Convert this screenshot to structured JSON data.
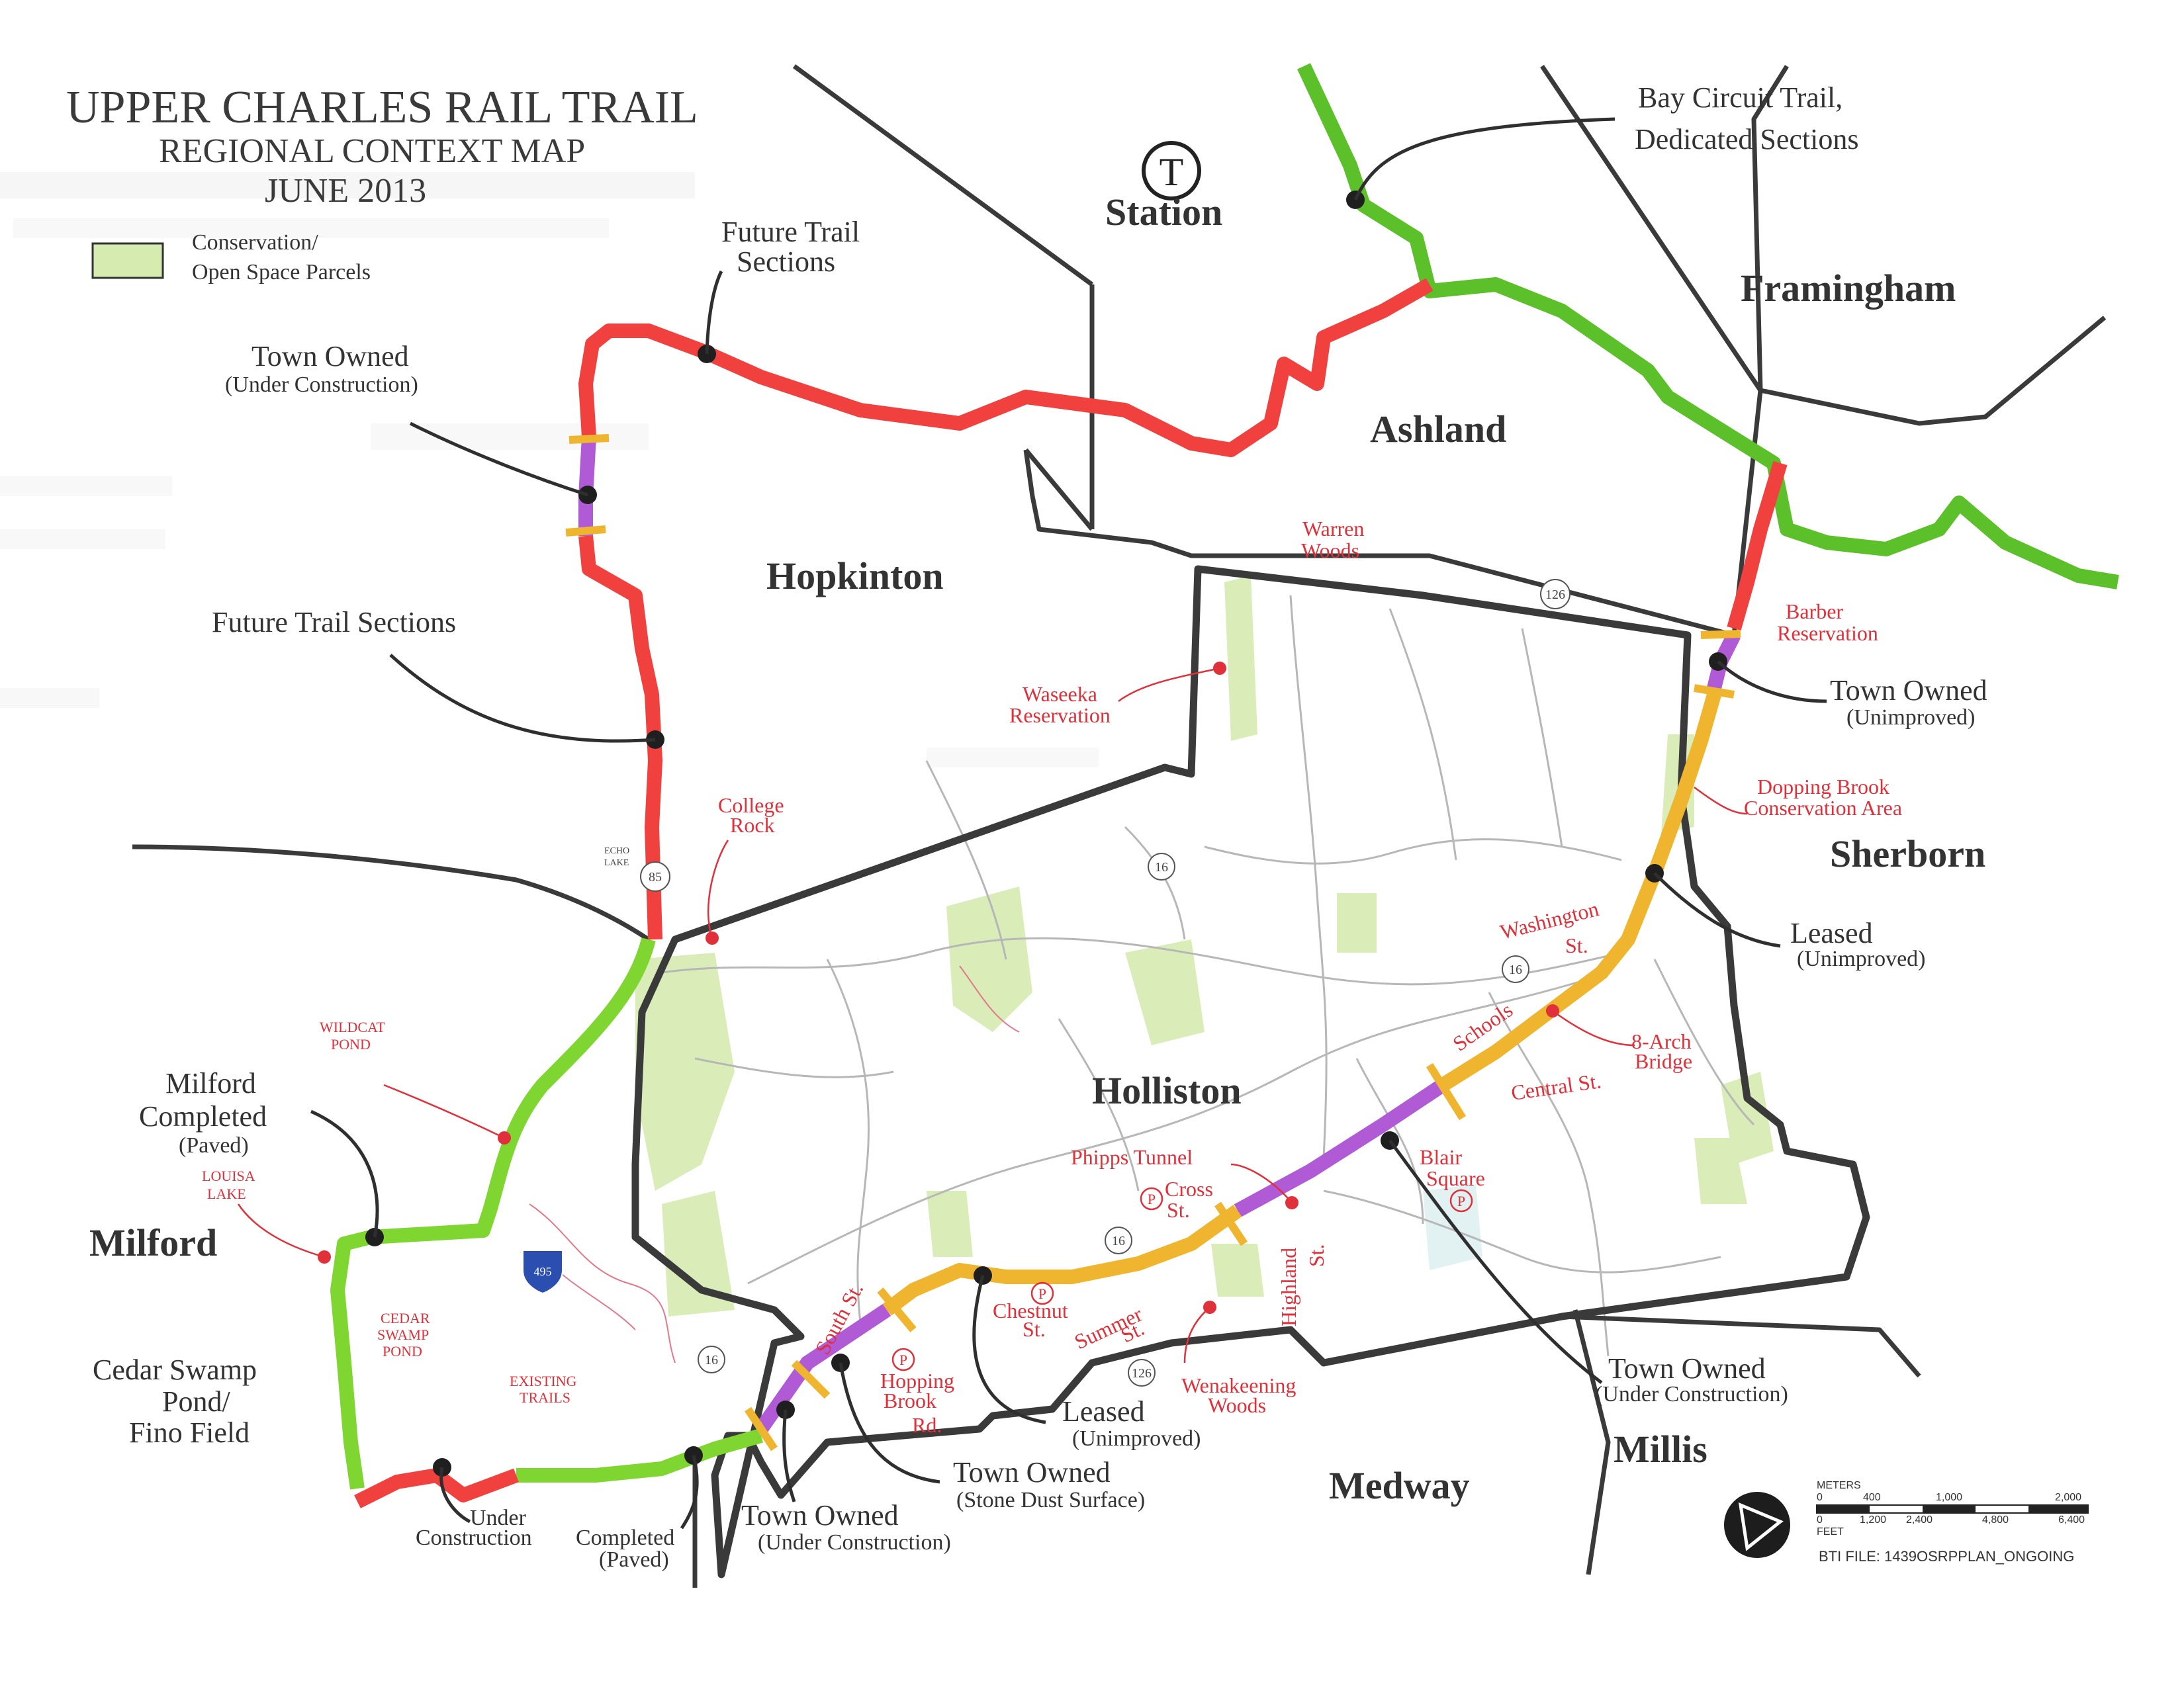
{
  "title": {
    "line1": "UPPER CHARLES RAIL TRAIL",
    "line2": "REGIONAL CONTEXT MAP",
    "line3": "JUNE 2013"
  },
  "legend": {
    "line1": "Conservation/",
    "line2": "Open Space Parcels",
    "swatch_color": "#d6ebb0"
  },
  "station": {
    "symbol": "T",
    "label": "Station"
  },
  "towns": {
    "framingham": "Framingham",
    "ashland": "Ashland",
    "hopkinton": "Hopkinton",
    "holliston": "Holliston",
    "sherborn": "Sherborn",
    "milford": "Milford",
    "medway": "Medway",
    "millis": "Millis"
  },
  "callouts": {
    "bay_circuit_1": "Bay Circuit Trail,",
    "bay_circuit_2": "Dedicated Sections",
    "future_trail_1": "Future Trail",
    "future_trail_2": "Sections",
    "town_owned_uc_label": "Town Owned",
    "town_owned_uc_sub": "(Under Construction)",
    "future_trail_sections": "Future Trail Sections",
    "town_owned_unimp_label": "Town Owned",
    "town_owned_unimp_sub": "(Unimproved)",
    "leased_unimp_label": "Leased",
    "leased_unimp_sub": "(Unimproved)",
    "milford_completed_1": "Milford",
    "milford_completed_2": "Completed",
    "milford_completed_3": "(Paved)",
    "cedar_swamp_1": "Cedar Swamp",
    "cedar_swamp_2": "Pond/",
    "cedar_swamp_3": "Fino Field",
    "under_construction_1": "Under",
    "under_construction_2": "Construction",
    "completed_paved_1": "Completed",
    "completed_paved_2": "(Paved)",
    "town_owned_bottom_label": "Town Owned",
    "town_owned_bottom_sub": "(Under Construction)",
    "town_owned_stone_label": "Town Owned",
    "town_owned_stone_sub": "(Stone Dust Surface)",
    "leased_bottom_label": "Leased",
    "leased_bottom_sub": "(Unimproved)",
    "town_owned_right_label": "Town Owned",
    "town_owned_right_sub": "(Under Construction)"
  },
  "places": {
    "warren_woods_1": "Warren",
    "warren_woods_2": "Woods",
    "barber_1": "Barber",
    "barber_2": "Reservation",
    "waseeka_1": "Waseeka",
    "waseeka_2": "Reservation",
    "dopping_1": "Dopping Brook",
    "dopping_2": "Conservation Area",
    "college_rock_1": "College",
    "college_rock_2": "Rock",
    "washington_1": "Washington",
    "washington_2": "St.",
    "schools": "Schools",
    "eight_arch_1": "8-Arch",
    "eight_arch_2": "Bridge",
    "central_st": "Central St.",
    "phipps_tunnel": "Phipps Tunnel",
    "cross_1": "Cross",
    "cross_2": "St.",
    "blair_1": "Blair",
    "blair_2": "Square",
    "highland_1": "Highland",
    "highland_2": "St.",
    "chestnut_1": "Chestnut",
    "chestnut_2": "St.",
    "summer_1": "Summer",
    "summer_2": "St.",
    "wenakeening_1": "Wenakeening",
    "wenakeening_2": "Woods",
    "south_st": "South St.",
    "hopping_1": "Hopping",
    "hopping_2": "Brook",
    "hopping_3": "Rd.",
    "wildcat_1": "WILDCAT",
    "wildcat_2": "POND",
    "louisa_1": "LOUISA",
    "louisa_2": "LAKE",
    "cedar_pond_1": "CEDAR",
    "cedar_pond_2": "SWAMP",
    "cedar_pond_3": "POND",
    "existing_1": "EXISTING",
    "existing_2": "TRAILS",
    "echo_1": "ECHO",
    "echo_2": "LAKE",
    "parking": "P"
  },
  "routes": {
    "r126_top": "126",
    "r16_a": "16",
    "r16_b": "16",
    "r16_c": "16",
    "r16_d": "16",
    "r85": "85",
    "r126_bottom": "126",
    "i495": "495"
  },
  "scale_bar": {
    "meters_label": "METERS",
    "meters_ticks": [
      "0",
      "400",
      "1,000",
      "2,000"
    ],
    "feet_label": "FEET",
    "feet_ticks": [
      "0",
      "1,200",
      "2,400",
      "4,800",
      "6,400"
    ]
  },
  "bti_file": "BTI FILE: 1439OSRPPLAN_ONGOING",
  "colors": {
    "red_future": "#f0413f",
    "green_completed": "#7fd631",
    "green_bay_circuit": "#5cc02a",
    "purple_town_owned": "#b05ad6",
    "yellow_leased": "#efb52f",
    "conservation": "#d6ebb0"
  }
}
